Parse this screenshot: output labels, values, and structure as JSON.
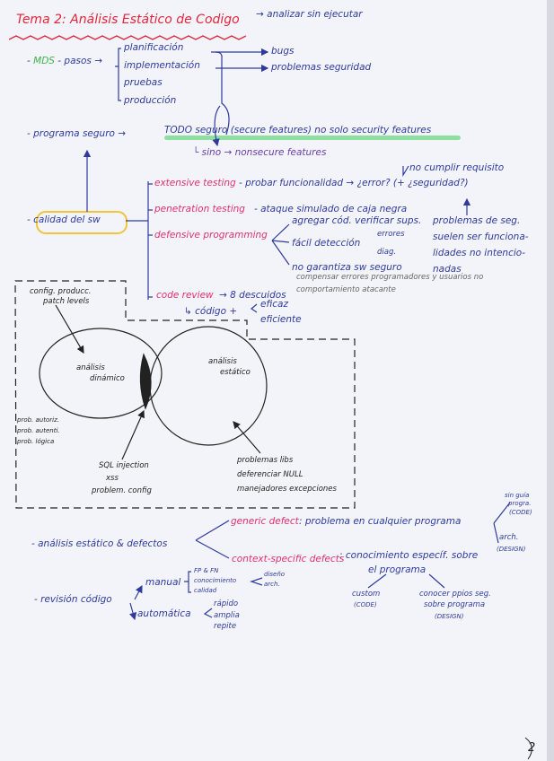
{
  "title": "Tema 2: Análisis Estático de Codigo",
  "title_note": "→ analizar sin ejecutar",
  "mds": {
    "label": "MDS",
    "pasos": "- pasos →",
    "steps": [
      "planificación",
      "implementación",
      "pruebas",
      "producción"
    ],
    "outputs": [
      "bugs",
      "problemas seguridad"
    ]
  },
  "programa_seguro": {
    "label": "- programa seguro →",
    "text": "TODO seguro (secure features) no solo security features",
    "sino": "└ sino → nonsecure features"
  },
  "calidad": {
    "label": "calidad del sw",
    "extensive": {
      "label": "extensive testing",
      "text": "- probar funcionalidad → ¿error? (+ ¿seguridad?)",
      "note": "no cumplir requisito"
    },
    "penetration": {
      "label": "penetration testing",
      "text": "- ataque simulado de caja negra"
    },
    "defensive": {
      "label": "defensive programming",
      "items": [
        "agregar cód. verificar sups.",
        "fácil detección",
        "no garantiza sw seguro"
      ],
      "deteccion": [
        "errores",
        "diag."
      ],
      "note1": "compensar errores programadores y usuarios no",
      "note2": "comportamiento atacante"
    },
    "side_note": [
      "problemas de seg.",
      "suelen ser funciona-",
      "lidades no intencio-",
      "nadas"
    ],
    "code_review": {
      "label": "code review",
      "text": "→ 8 descuidos",
      "codigo": "↳ código +",
      "benefits": [
        "eficaz",
        "eficiente"
      ]
    }
  },
  "diagram": {
    "config": [
      "config. producc.",
      "patch levels"
    ],
    "dinamico": [
      "análisis",
      "dinámico"
    ],
    "estatico": [
      "análisis",
      "estático"
    ],
    "left_notes": [
      "prob. autoriz.",
      "prob. autenti.",
      "prob. lógica"
    ],
    "overlap_notes": [
      "SQL injection",
      "xss",
      "problem. config"
    ],
    "static_notes": [
      "problemas libs",
      "deferenciar NULL",
      "manejadores excepciones"
    ]
  },
  "defectos": {
    "label": "- análisis estático & defectos",
    "generic": {
      "label": "generic defect",
      "text": ": problema en cualquier programa"
    },
    "context": {
      "label": "context-specific defects",
      "text": ": conocimiento específ. sobre",
      "text2": "el programa"
    },
    "sin_guia": [
      "sin guía",
      "progra.",
      "(CODE)"
    ],
    "arch": [
      "arch.",
      "(DESIGN)"
    ],
    "custom": [
      "custom",
      "(CODE)"
    ],
    "conocer": [
      "conocer ppios seg.",
      "sobre programa",
      "(DESIGN)"
    ]
  },
  "revision": {
    "label": "- revisión código",
    "manual": "manual",
    "manual_items": [
      "FP & FN",
      "conocimiento",
      "calidad"
    ],
    "conocimiento_items": [
      "diseño",
      "arch."
    ],
    "automatica": "automática",
    "automatica_items": [
      "rápido",
      "amplia",
      "repite"
    ]
  },
  "page_number": "2",
  "colors": {
    "blue": "#2e3a9e",
    "pink": "#e0306e",
    "green": "#3cb44a",
    "red": "#e3263a",
    "highlight": "#8fe0a0",
    "box": "#f0c53a"
  }
}
